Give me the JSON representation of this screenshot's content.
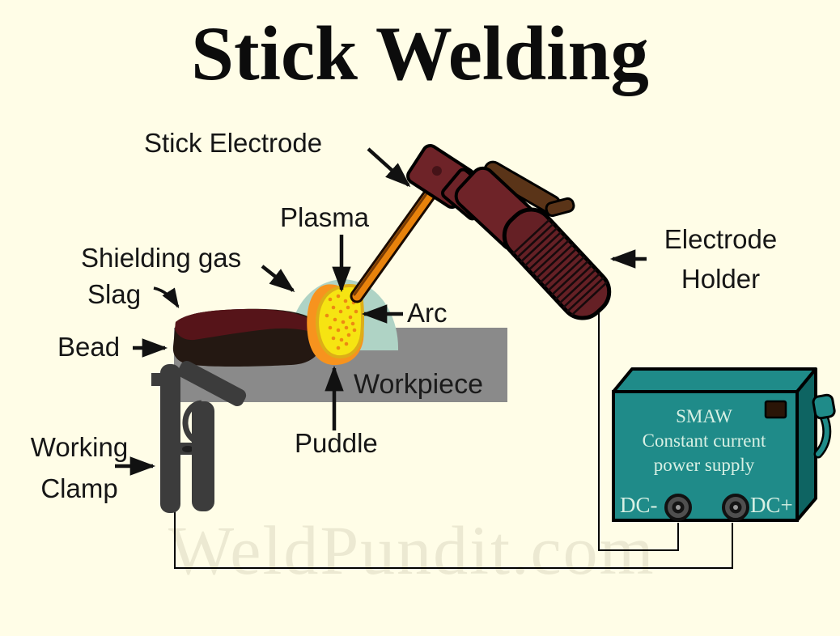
{
  "title": "Stick Welding",
  "watermark": "WeldPundit.com",
  "labels": {
    "stick_electrode": "Stick Electrode",
    "plasma": "Plasma",
    "shielding_gas": "Shielding gas",
    "slag": "Slag",
    "bead": "Bead",
    "working_clamp_line1": "Working",
    "working_clamp_line2": "Clamp",
    "puddle": "Puddle",
    "arc": "Arc",
    "workpiece": "Workpiece",
    "electrode_holder_line1": "Electrode",
    "electrode_holder_line2": "Holder"
  },
  "power_supply": {
    "line1": "SMAW",
    "line2": "Constant current",
    "line3": "power supply",
    "terminal_negative": "DC-",
    "terminal_positive": "DC+"
  },
  "colors": {
    "background": "#FFFDE7",
    "workpiece": "#8A8A8A",
    "slag": "#561419",
    "bead": "#241812",
    "puddle": "#F7931E",
    "arc_yellow": "#F6E412",
    "arc_rim": "#DDAE18",
    "shielding_gas": "#AFD3C5",
    "electrode": "#E8820C",
    "holder_body": "#6E2328",
    "holder_lever": "#5A3418",
    "clamp": "#3C3C3C",
    "power_supply_front": "#1F8B89",
    "power_supply_side": "#0E6462",
    "power_supply_switch": "#2A1507",
    "power_supply_text": "#D8F0E4",
    "wire": "#000000",
    "label_text": "#161616"
  }
}
